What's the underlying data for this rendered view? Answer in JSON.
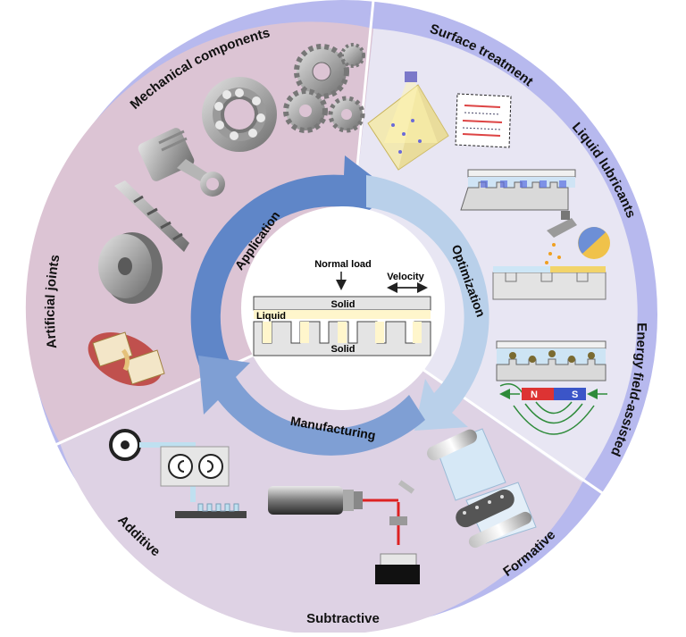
{
  "ring_labels": {
    "mechanical_components": "Mechanical components",
    "surface_treatment": "Surface treatment",
    "liquid_lubricants": "Liquid lubricants",
    "energy_field_assisted": "Energy field-assisted",
    "artificial_joints": "Artificial joints",
    "additive": "Additive",
    "subtractive": "Subtractive",
    "formative": "Formative"
  },
  "cycle": {
    "application": "Application",
    "optimization": "Optimization",
    "manufacturing": "Manufacturing"
  },
  "center": {
    "normal_load": "Normal load",
    "velocity": "Velocity",
    "solid_top": "Solid",
    "liquid": "Liquid",
    "solid_bottom": "Solid"
  },
  "magnet": {
    "north": "N",
    "south": "S"
  },
  "colors": {
    "ring": "#b7b9ee",
    "application_sector": "#dcc4d4",
    "optimization_sector": "#e8e6f3",
    "manufacturing_sector": "#ded2e4",
    "arrow_dark": "#5f86c8",
    "arrow_light": "#b9d0ea"
  }
}
